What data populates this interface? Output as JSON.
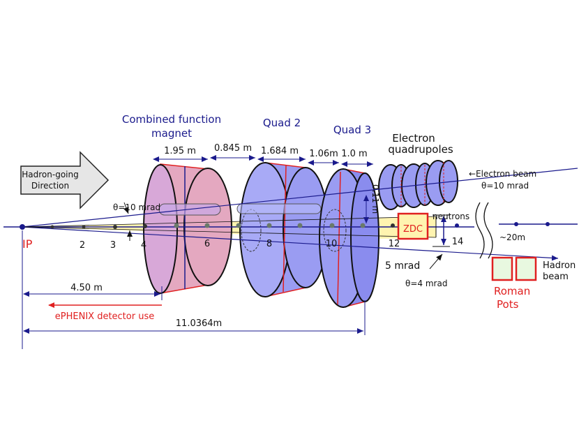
{
  "labels": {
    "combined_line1": "Combined function",
    "combined_line2": "magnet",
    "quad2": "Quad 2",
    "quad3": "Quad 3",
    "electron_line1": "Electron",
    "electron_line2": "quadrupoles",
    "hadron_line1": "Hadron-going",
    "hadron_line2": "Direction",
    "electron_beam": "←Electron beam",
    "theta_electron": "θ=10 mrad",
    "theta_hadron": "θ=10 mrad",
    "ip": "IP",
    "neutrons": "neutrons",
    "zdc": "ZDC",
    "five_mrad": "5 mrad",
    "theta4": "θ=4 mrad",
    "twenty_m": "~20m",
    "hadron_beam_line1": "Hadron",
    "hadron_beam_line2": "beam",
    "roman_line1": "Roman",
    "roman_line2": "Pots",
    "ephenix": "ePHENIX detector use",
    "aperture": "0.11 m"
  },
  "dimensions": {
    "d1": "1.95 m",
    "d2": "0.845 m",
    "d3": "1.684 m",
    "d4": "1.06m",
    "d5": "1.0 m",
    "d450": "4.50 m",
    "total": "11.0364m"
  },
  "axis_ticks": [
    "2",
    "3",
    "4",
    "6",
    "8",
    "10",
    "12",
    "14"
  ],
  "colors": {
    "navy": "#1a1a8c",
    "red": "#e02020",
    "dipole": "#e8a0b8",
    "quad": "#9a9cf2",
    "beam_band": "#fff2a8"
  }
}
